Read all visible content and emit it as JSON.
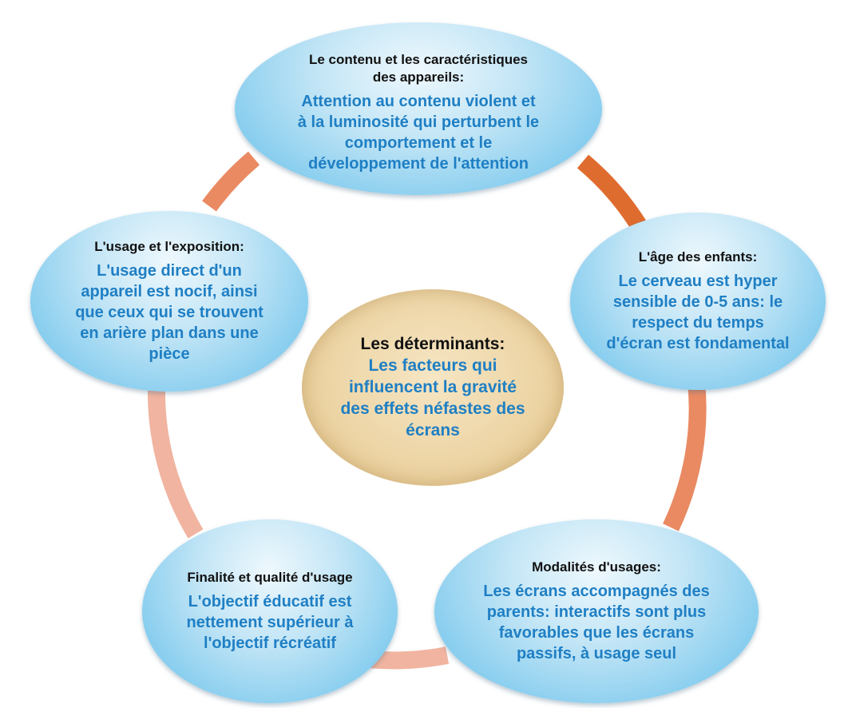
{
  "center": {
    "title": "Les déterminants:",
    "body": "Les facteurs qui influencent la gravité des effets néfastes des écrans"
  },
  "nodes": [
    {
      "heading": "Le contenu et les caractéristiques des appareils:",
      "body": "Attention au contenu violent et à la luminosité qui perturbent le comportement et le développement de l'attention"
    },
    {
      "heading": "L'âge des enfants:",
      "body": "Le cerveau est hyper sensible de 0-5 ans: le respect du temps d'écran est fondamental"
    },
    {
      "heading": "Modalités d'usages:",
      "body": "Les écrans accompagnés des parents: interactifs sont plus favorables que les écrans passifs, à usage seul"
    },
    {
      "heading": "Finalité et qualité d'usage",
      "body": "L'objectif  éducatif est nettement supérieur à l'objectif récréatif"
    },
    {
      "heading": "L'usage et l'exposition:",
      "body": "L'usage direct d'un appareil est nocif, ainsi que ceux qui se trouvent en  arière plan dans une pièce"
    }
  ],
  "colors": {
    "connector_dark": "#df6c2f",
    "connector_mid": "#e98a63",
    "connector_light": "#f1b4a0",
    "bubble": "#82cbee",
    "body_text": "#1f7fc4",
    "center_fill": "#edd5a6"
  }
}
